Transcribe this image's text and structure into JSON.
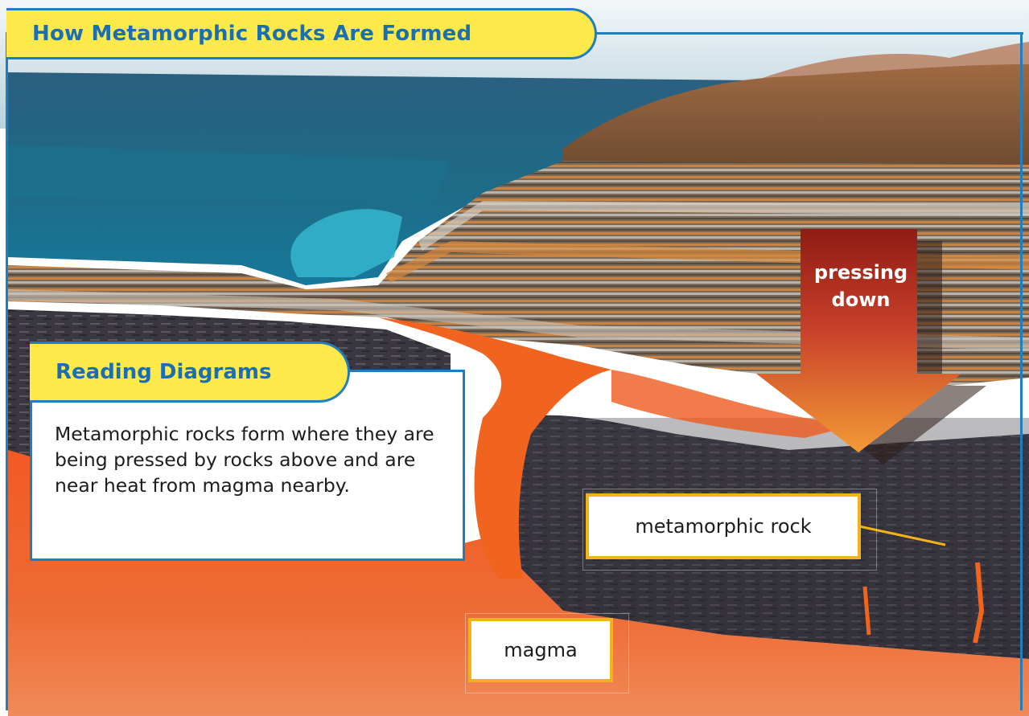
{
  "title": "How Metamorphic Rocks Are Formed",
  "sidebar": {
    "heading": "Reading Diagrams",
    "body": "Metamorphic rocks form where they are being pressed by rocks above and are near heat from magma nearby."
  },
  "labels": {
    "arrow": "pressing down",
    "metamorphic_rock": "metamorphic rock",
    "magma": "magma"
  },
  "colors": {
    "accent_blue": "#1f7ec0",
    "tab_yellow": "#fde94a",
    "label_border": "#f2b21a",
    "magma_orange": "#e8562a",
    "water_teal": "#1f6f8c"
  }
}
